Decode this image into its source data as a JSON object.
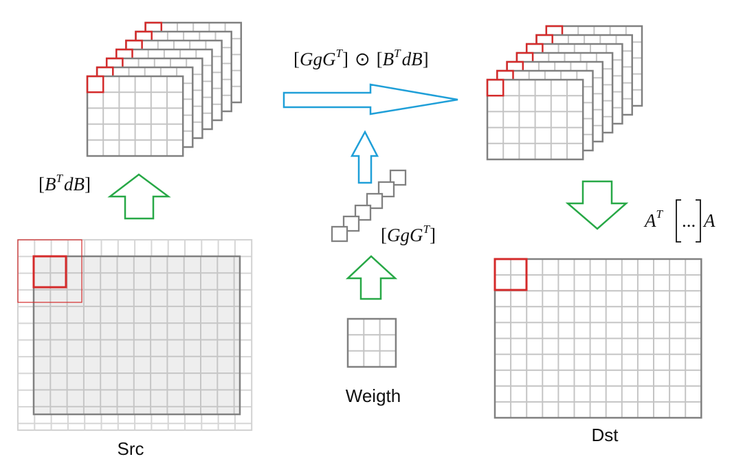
{
  "labels": {
    "src": "Src",
    "dst": "Dst",
    "weight": "Weigth"
  },
  "formulas": {
    "input_transform": {
      "open": "[",
      "B": "B",
      "T": "T",
      "d": "d",
      "B2": "B",
      "close": "]"
    },
    "kernel_transform": {
      "open": "[",
      "G": "G",
      "g": "g",
      "G2": "G",
      "T": "T",
      "close": "]"
    },
    "elementwise": {
      "open1": "[",
      "G": "G",
      "g": "g",
      "G2": "G",
      "T1": "T",
      "close1": "]",
      "op": "⊙",
      "open2": "[",
      "B": "B",
      "T2": "T",
      "d": "d",
      "B2": "B",
      "close2": "]"
    },
    "output_transform": {
      "A": "A",
      "T": "T",
      "dots": "...",
      "A2": "A"
    }
  },
  "colors": {
    "grid_line": "#c4c4c4",
    "grid_border": "#808080",
    "highlight": "#d42a2a",
    "green_arrow": "#27a846",
    "blue_arrow": "#1f9fd8",
    "src_fill": "#eeeeee"
  },
  "icons": {
    "up_arrow": "green-up-arrow-icon",
    "down_arrow": "green-down-arrow-icon",
    "right_arrow": "blue-right-arrow-icon",
    "small_up_arrow": "blue-up-arrow-icon"
  }
}
